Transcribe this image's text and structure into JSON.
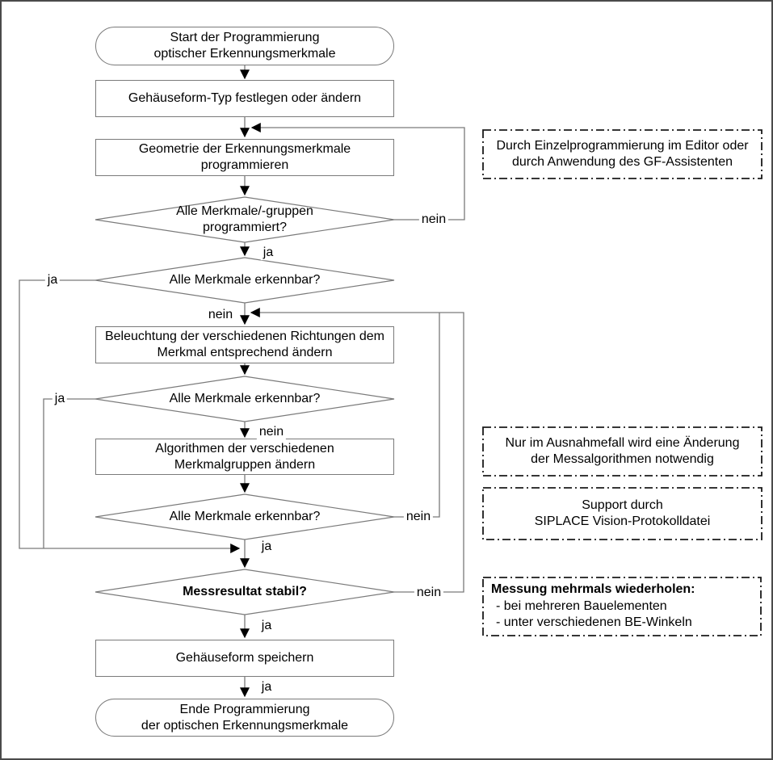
{
  "labels": {
    "yes": "ja",
    "no": "nein"
  },
  "nodes": {
    "start": {
      "type": "terminator",
      "lines": [
        "Start der Programmierung",
        "optischer Erkennungsmerkmale"
      ]
    },
    "housing_type": {
      "type": "process",
      "lines": [
        "Gehäuseform-Typ festlegen oder ändern"
      ]
    },
    "geometry": {
      "type": "process",
      "lines": [
        "Geometrie der Erkennungsmerkmale",
        "programmieren"
      ]
    },
    "d_programmed": {
      "type": "decision",
      "lines": [
        "Alle Merkmale/-gruppen",
        "programmiert?"
      ]
    },
    "d_recognizable1": {
      "type": "decision",
      "lines": [
        "Alle Merkmale erkennbar?"
      ]
    },
    "lighting": {
      "type": "process",
      "lines": [
        "Beleuchtung der verschiedenen Richtungen dem",
        "Merkmal entsprechend ändern"
      ]
    },
    "d_recognizable2": {
      "type": "decision",
      "lines": [
        "Alle Merkmale erkennbar?"
      ]
    },
    "algorithms": {
      "type": "process",
      "lines": [
        "Algorithmen der verschiedenen",
        "Merkmalgruppen ändern"
      ]
    },
    "d_recognizable3": {
      "type": "decision",
      "lines": [
        "Alle Merkmale erkennbar?"
      ]
    },
    "d_stable": {
      "type": "decision",
      "lines": [
        "Messresultat stabil?"
      ]
    },
    "save": {
      "type": "process",
      "lines": [
        "Gehäuseform speichern"
      ]
    },
    "end": {
      "type": "terminator",
      "lines": [
        "Ende Programmierung",
        "der optischen Erkennungsmerkmale"
      ]
    }
  },
  "annotations": {
    "editor": {
      "lines": [
        "Durch Einzelprogrammierung im Editor oder",
        "durch Anwendung des GF-Assistenten"
      ]
    },
    "exception": {
      "lines": [
        "Nur im Ausnahmefall wird eine  Änderung",
        "der Messalgorithmen notwendig"
      ]
    },
    "support": {
      "lines": [
        "Support durch",
        "SIPLACE Vision-Protokolldatei"
      ]
    },
    "repeat": {
      "title": "Messung mehrmals wiederholen:",
      "items": [
        "- bei mehreren Bauelementen",
        "- unter verschiedenen BE-Winkeln"
      ]
    }
  },
  "colors": {
    "line": "#7a7a7a",
    "arrow": "#000000",
    "annotation_border": "#1a1a1a"
  }
}
